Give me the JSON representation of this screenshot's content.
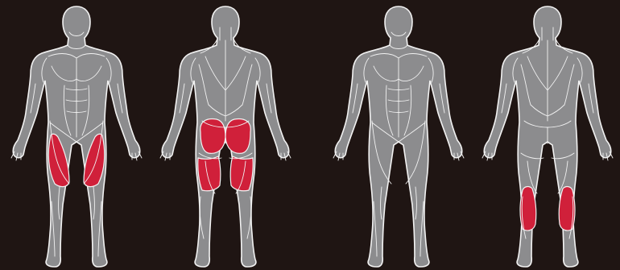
{
  "colors": {
    "background": "#1f1513",
    "body": "#8c8c8e",
    "outline": "#f2f2f2",
    "highlight": "#d0203a"
  },
  "figures": [
    {
      "view": "front",
      "highlighted_muscles": [
        "quadriceps"
      ]
    },
    {
      "view": "back",
      "highlighted_muscles": [
        "glutes",
        "hamstrings"
      ]
    },
    {
      "view": "front",
      "highlighted_muscles": []
    },
    {
      "view": "back",
      "highlighted_muscles": [
        "calves"
      ]
    }
  ]
}
